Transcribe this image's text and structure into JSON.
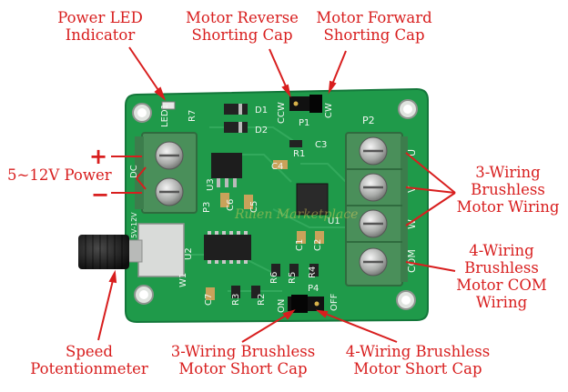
{
  "colors": {
    "label": "#d81e1e",
    "pcb": "#1f9a4a",
    "pcb_dark": "#13773a",
    "terminal": "#4a8f5a",
    "silkscreen": "#f2f6f2"
  },
  "labels": {
    "power_led": [
      "Power LED",
      "Indicator"
    ],
    "motor_reverse": [
      "Motor Reverse",
      "Shorting Cap"
    ],
    "motor_forward": [
      "Motor Forward",
      "Shorting Cap"
    ],
    "power": [
      "5~12V Power"
    ],
    "three_wiring": [
      "3-Wiring",
      "Brushless",
      "Motor Wiring"
    ],
    "four_wiring_com": [
      "4-Wiring",
      "Brushless",
      "Motor COM",
      "Wiring"
    ],
    "speed_pot": [
      "Speed",
      "Potentionmeter"
    ],
    "three_short": [
      "3-Wiring Brushless",
      "Motor Short Cap"
    ],
    "four_short": [
      "4-Wiring Brushless",
      "Motor Short Cap"
    ]
  },
  "polarity": {
    "plus": "+",
    "minus": "−"
  },
  "silkscreen": {
    "led": "LED1",
    "r7": "R7",
    "d1": "D1",
    "d2": "D2",
    "ccw": "CCW",
    "p1": "P1",
    "cw": "CW",
    "p2": "P2",
    "r1": "R1",
    "c3": "C3",
    "c4": "C4",
    "dc": "DC",
    "u3": "U3",
    "c6": "C6",
    "c5": "C5",
    "p3": "P3",
    "u1": "U1",
    "c1": "C1",
    "c2": "C2",
    "r6": "R6",
    "r5": "R5",
    "r4": "R4",
    "u2": "U2",
    "w1": "W1",
    "c7": "C7",
    "r3": "R3",
    "r2": "R2",
    "on": "ON",
    "p4": "P4",
    "off": "OFF",
    "pu": "U",
    "pv": "V",
    "pw": "W",
    "pcom": "COM",
    "vrange": "5V-12V"
  },
  "watermark": "Ruien Marketplace"
}
